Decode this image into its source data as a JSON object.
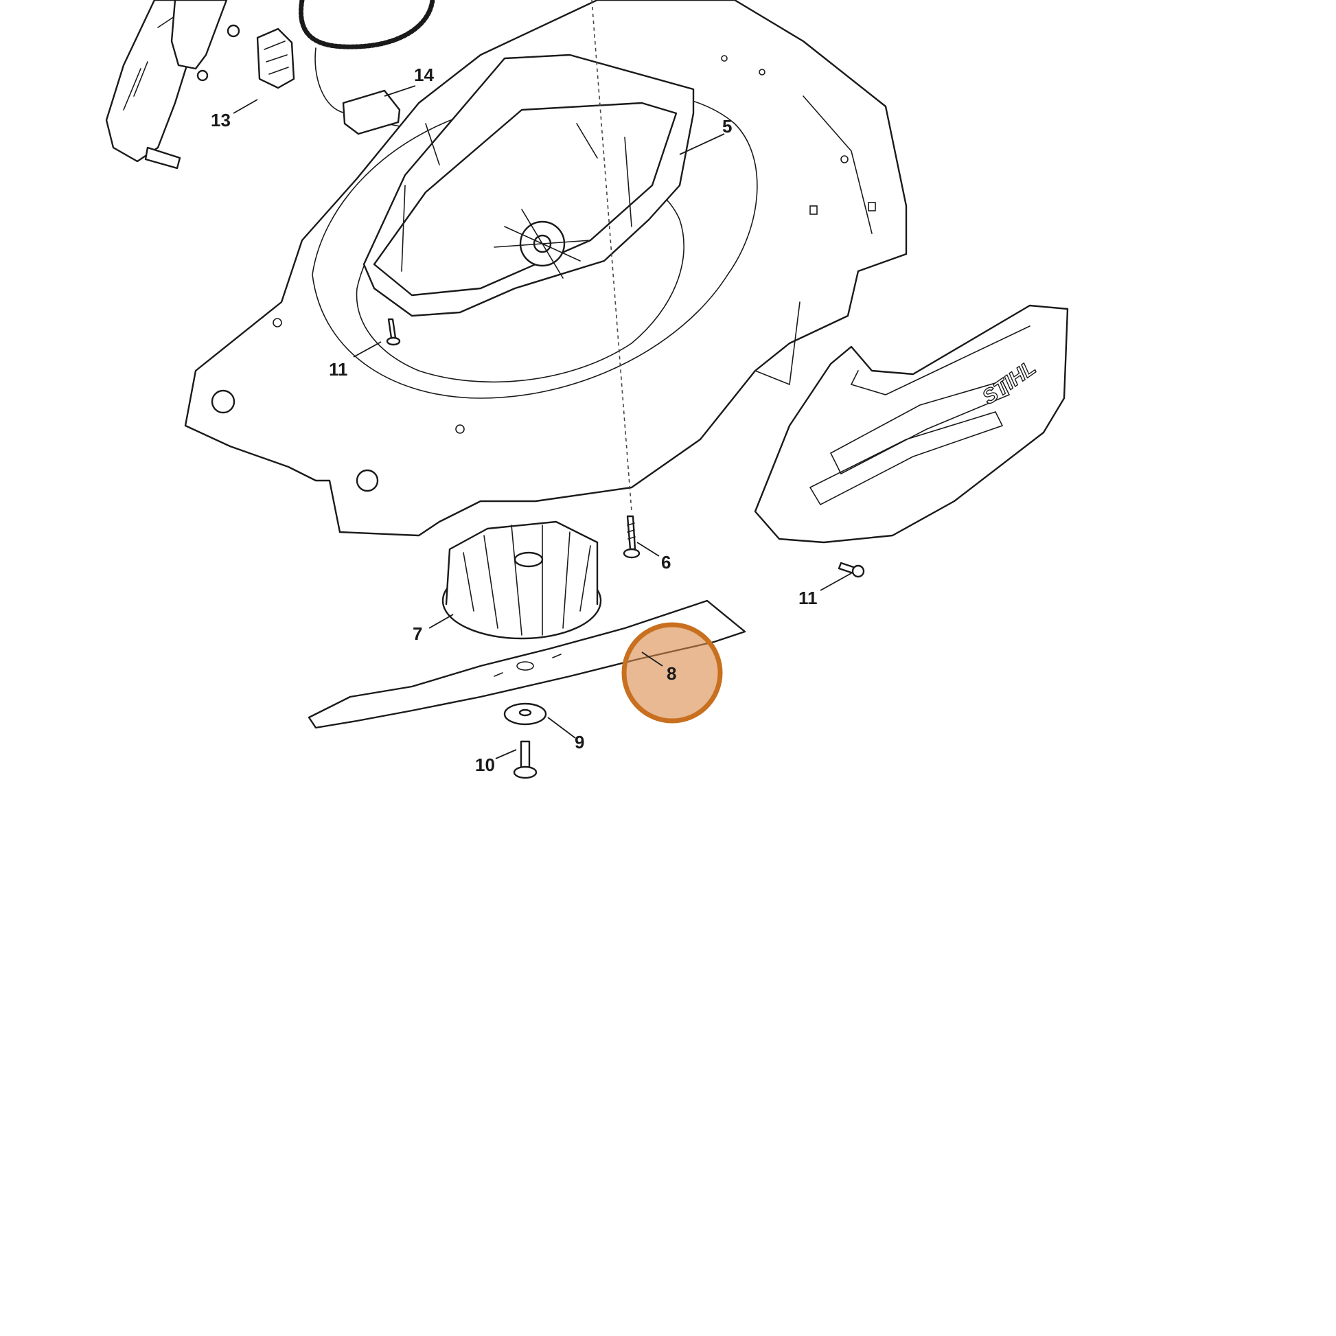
{
  "diagram": {
    "brand_mark": "STIHL",
    "callouts": [
      {
        "id": "callout-14",
        "label": "14"
      },
      {
        "id": "callout-13",
        "label": "13"
      },
      {
        "id": "callout-5",
        "label": "5"
      },
      {
        "id": "callout-11-left",
        "label": "11"
      },
      {
        "id": "callout-6",
        "label": "6"
      },
      {
        "id": "callout-11-right",
        "label": "11"
      },
      {
        "id": "callout-7",
        "label": "7"
      },
      {
        "id": "callout-8",
        "label": "8"
      },
      {
        "id": "callout-9",
        "label": "9"
      },
      {
        "id": "callout-10",
        "label": "10"
      }
    ],
    "highlighted_callout": "8",
    "highlight_color": "#d98a4a"
  }
}
